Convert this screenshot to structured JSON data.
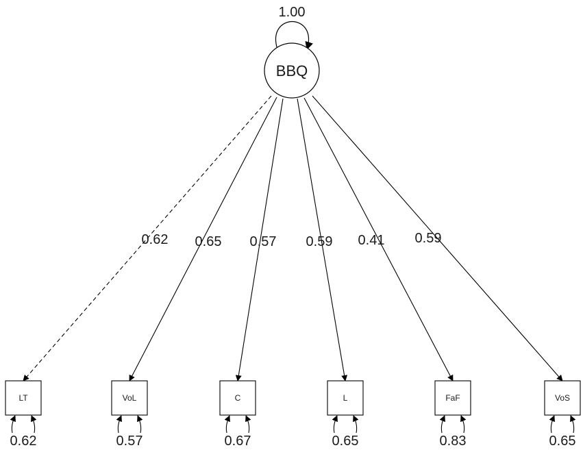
{
  "diagram": {
    "latent": {
      "label": "BBQ",
      "variance": "1.00"
    },
    "indicators": [
      {
        "label": "LT",
        "loading": "0.62",
        "residual": "0.62",
        "style": "dashed"
      },
      {
        "label": "VoL",
        "loading": "0.65",
        "residual": "0.57",
        "style": "solid"
      },
      {
        "label": "C",
        "loading": "0.57",
        "residual": "0.67",
        "style": "solid"
      },
      {
        "label": "L",
        "loading": "0.59",
        "residual": "0.65",
        "style": "solid"
      },
      {
        "label": "FaF",
        "loading": "0.41",
        "residual": "0.83",
        "style": "solid"
      },
      {
        "label": "VoS",
        "loading": "0.59",
        "residual": "0.65",
        "style": "solid"
      }
    ],
    "colors": {
      "stroke": "#000000",
      "text": "#1a1a1a",
      "background": "#ffffff"
    }
  }
}
